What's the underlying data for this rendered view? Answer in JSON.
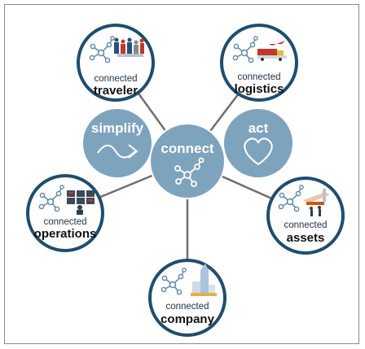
{
  "hub": {
    "label": "connect"
  },
  "actions": [
    {
      "id": "simplify",
      "label": "simplify",
      "icon": "wave-arrow-icon"
    },
    {
      "id": "act",
      "label": "act",
      "icon": "heart-icon"
    }
  ],
  "nodes": [
    {
      "id": "traveler",
      "prefix": "connected",
      "label": "traveler",
      "icons": [
        "network-icon",
        "people-illustration"
      ]
    },
    {
      "id": "logistics",
      "prefix": "connected",
      "label": "logistics",
      "icons": [
        "network-icon",
        "truck-and-plane-illustration"
      ]
    },
    {
      "id": "operations",
      "prefix": "connected",
      "label": "operations",
      "icons": [
        "network-icon",
        "control-room-illustration"
      ]
    },
    {
      "id": "assets",
      "prefix": "connected",
      "label": "assets",
      "icons": [
        "network-icon",
        "aircraft-maintenance-illustration"
      ]
    },
    {
      "id": "company",
      "prefix": "connected",
      "label": "company",
      "icons": [
        "network-icon",
        "office-building-illustration"
      ]
    }
  ],
  "colors": {
    "accent": "#7ea3bd",
    "ring": "#1f4d6e",
    "line": "#6f6f6f"
  }
}
